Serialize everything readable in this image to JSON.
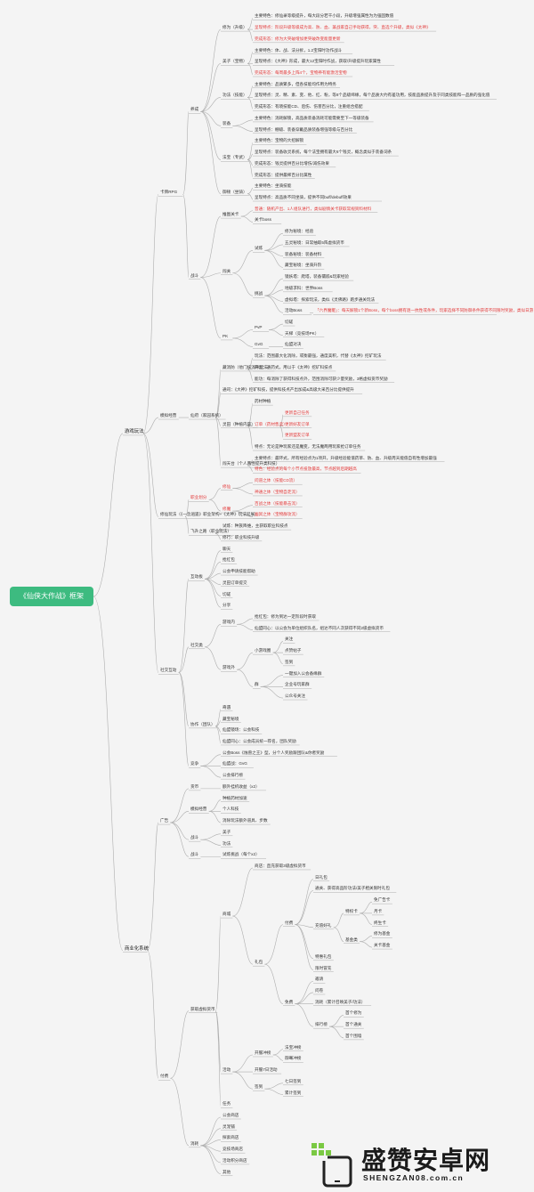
{
  "root": "《仙侠大作战》框架",
  "tree": [
    {
      "t": "游戏玩法",
      "c": [
        {
          "t": "卡牌RPG",
          "c": [
            {
              "t": "养成",
              "c": [
                {
                  "t": "修为（升级）",
                  "c": [
                    {
                      "t": "主要特色：修仙录等级提升，每大段分若干小段，升级增强属性为为强固数值"
                    },
                    {
                      "t": "呈现特点：阶段升级等级成为高、防、血、兼战家自己手动获得，突、直选个升级，类似《太神》",
                      "r": 1
                    },
                    {
                      "t": "完成形态：修为大突破增加更突破改变能量更新",
                      "r": 1
                    }
                  ]
                },
                {
                  "t": "美子（宝物）",
                  "c": [
                    {
                      "t": "主要特色：体、战、法分拆，1.2宝阳时功作战斗"
                    },
                    {
                      "t": "呈现特点：《大神》形成，最大12宝阳时作战，获取/升级提升玩家属性"
                    },
                    {
                      "t": "完成形态：每周最多上阵4个，宝物养有能激活宝物",
                      "r": 1
                    }
                  ]
                },
                {
                  "t": "功法（技能）",
                  "c": [
                    {
                      "t": "主要特色：品质繁多，但各技能均作用为特务"
                    },
                    {
                      "t": "呈现特点：灵、精、素、变、他、红、粉，等8个品级缔缘，每个品质大约有差功用，技能品质提升及于同类技能和一品质的强化值"
                    },
                    {
                      "t": "完成形态：有晓技能CD、后伤、伤害百分比，注重组合搭配"
                    }
                  ]
                },
                {
                  "t": "装备",
                  "c": [
                    {
                      "t": "主要特色：消耗解锁，高品质装备消耗可能需要至下一等级装备"
                    },
                    {
                      "t": "呈现特点：棚级、装备穿戴品质装备增强等级与百分比"
                    }
                  ]
                },
                {
                  "t": "法宝（专武）",
                  "c": [
                    {
                      "t": "主要特色：宝物的大招解锁"
                    },
                    {
                      "t": "呈现特点：装备收灵系统，每个法宝拥有最大6个钱灵，概念类似于装备词条"
                    },
                    {
                      "t": "完成形态：钱灵提供百分比增伤/减伤效果"
                    },
                    {
                      "t": "完成形态：提供最稀百分比属性"
                    }
                  ]
                },
                {
                  "t": "御顿（坐骑）",
                  "c": [
                    {
                      "t": "主要特色：坐骑技能"
                    },
                    {
                      "t": "呈现特点：高品质不同坐骑，提供不同buff/debuff效果"
                    }
                  ]
                }
              ]
            },
            {
              "t": "战斗",
              "c": [
                {
                  "t": "推图关卡",
                  "c": [
                    {
                      "t": "普通：随机产出、1人组队进行，类似剧情关卡获取常规资料材料",
                      "r": 1
                    },
                    {
                      "t": "关卡boss"
                    }
                  ]
                },
                {
                  "t": "闯关",
                  "c": [
                    {
                      "t": "试炼",
                      "c": [
                        {
                          "t": "修为秘境：经验"
                        },
                        {
                          "t": "五灵秘境：日常抽取5阵虚拟货币"
                        },
                        {
                          "t": "装备秘境：装备材料"
                        },
                        {
                          "t": "藏宝秘境：坐骑升阶"
                        }
                      ]
                    },
                    {
                      "t": "挑战",
                      "c": [
                        {
                          "t": "镜妖塔：爬塔，装备镶嵌&玩家经验"
                        },
                        {
                          "t": "地级求科：世界Boss"
                        },
                        {
                          "t": "虚拟塔：探索玩法，类似《灵佛路》跑步通关玩法"
                        },
                        {
                          "t": "活动Boss",
                          "c": [
                            {
                              "t": "「六界魔躯」：每天解锁1个新Boss，每个boss拥有逐一抗性或条件，玩家选择不同防御条件获得不同限时奖励，类似日游",
                              "r": 1
                            }
                          ]
                        }
                      ]
                    }
                  ]
                },
                {
                  "t": "PK",
                  "c": [
                    {
                      "t": "PvP",
                      "c": [
                        {
                          "t": "切磋"
                        },
                        {
                          "t": "天梯（竞技场PK）"
                        }
                      ]
                    },
                    {
                      "t": "GvG",
                      "c": [
                        {
                          "t": "仙盟对决"
                        }
                      ]
                    }
                  ]
                }
              ]
            }
          ]
        },
        {
          "t": "模拟经营",
          "c": [
            {
              "t": "仙府（家园系统）",
              "c": [
                {
                  "t": "藏消防（他门核消除玩法）",
                  "c": [
                    {
                      "t": "玩法：范围最大化消除，或衡最强，通度美积，代替《太神》挖矿玩法"
                    },
                    {
                      "t": "产出：通药式，用以于《太神》挖矿科技点"
                    },
                    {
                      "t": "能功：每消除了获得科技点外，范围消除可获少量奖励，3格虚拟货币奖励"
                    }
                  ]
                },
                {
                  "t": "通司：《大神》挖矿科技，提供科技点产出加成&高级大采百分比提供提升"
                },
                {
                  "t": "灵田（种植内容）",
                  "c": [
                    {
                      "t": "药材种植"
                    },
                    {
                      "t": "订单（药材售卖）",
                      "r": 1,
                      "c": [
                        {
                          "t": "更新自己任务",
                          "r": 1
                        },
                        {
                          "t": "更新好友订单",
                          "r": 1
                        },
                        {
                          "t": "更新盟友订单",
                          "r": 1
                        }
                      ]
                    },
                    {
                      "t": "特点：无论是种玩家还是魔变，无法魔两用玩家抢订单任务"
                    }
                  ]
                },
                {
                  "t": "闯天台（个人两性提升类科技）",
                  "c": [
                    {
                      "t": "主要特点：最环式，所有经验点为1项开，升级经验能值药草、防、血、升级周天能值自有性增加最强"
                    },
                    {
                      "t": "特色：经验点的每个小节点投放最高，节点越到后期越高",
                      "r": 1
                    }
                  ]
                }
              ]
            }
          ]
        },
        {
          "t": "修仙玩法（《一念逍遥》职业架构+《太神》玩法延展）",
          "c": [
            {
              "t": "职业划分",
              "r": 1,
              "c": [
                {
                  "t": "修仙",
                  "r": 1,
                  "c": [
                    {
                      "t": "问道之体（技能CD流）",
                      "r": 1
                    },
                    {
                      "t": "神通之体（宝物自走流）",
                      "r": 1
                    }
                  ]
                },
                {
                  "t": "修魔",
                  "r": 1,
                  "c": [
                    {
                      "t": "百战之体（技能暴击流）",
                      "r": 1
                    },
                    {
                      "t": "幽冥之体（宝物群攻流）",
                      "r": 1
                    }
                  ]
                }
              ]
            },
            {
              "t": "飞升之路（职业玩法）",
              "c": [
                {
                  "t": "试炼：种族降维，主获取职业科技点"
                },
                {
                  "t": "修行：职业科技升级"
                }
              ]
            }
          ]
        },
        {
          "t": "社交互动",
          "c": [
            {
              "t": "互动板",
              "c": [
                {
                  "t": "聊天"
                },
                {
                  "t": "抢红包"
                },
                {
                  "t": "公会申请技能帮助"
                },
                {
                  "t": "灵田订单提交"
                },
                {
                  "t": "切磋"
                },
                {
                  "t": "分享"
                }
              ]
            },
            {
              "t": "社交类",
              "c": [
                {
                  "t": "游戏内",
                  "c": [
                    {
                      "t": "抢红包：修为到达一定阶段时获取"
                    },
                    {
                      "t": "仙盟同心：以公会为单位组织队名，组达不同人次获得不同2级虚拟货币"
                    }
                  ]
                },
                {
                  "t": "游戏外",
                  "c": [
                    {
                      "t": "小游戏圈",
                      "c": [
                        {
                          "t": "关注"
                        },
                        {
                          "t": "点赞帖子"
                        },
                        {
                          "t": "签到"
                        }
                      ]
                    },
                    {
                      "t": "群",
                      "c": [
                        {
                          "t": "一键加入公会备缘群"
                        },
                        {
                          "t": "企业号玩家群"
                        },
                        {
                          "t": "公众号关注"
                        }
                      ]
                    }
                  ]
                }
              ]
            },
            {
              "t": "协作（团队）",
              "c": [
                {
                  "t": "奇遇"
                },
                {
                  "t": "藏宝秘境"
                },
                {
                  "t": "仙盟镜场：公会科技"
                },
                {
                  "t": "仙盟同心：公会成员统一荐名，团队奖励"
                }
              ]
            },
            {
              "t": "竞争",
              "c": [
                {
                  "t": "公会Boss《烛兽之王》型，分个人奖励跟团队&你者奖励"
                },
                {
                  "t": "仙盟战：GvG"
                },
                {
                  "t": "公会排行榜"
                }
              ]
            }
          ]
        }
      ]
    },
    {
      "t": "商业化系统",
      "c": [
        {
          "t": "广告",
          "c": [
            {
              "t": "货币",
              "c": [
                {
                  "t": "额外挂机收益（x2）"
                }
              ]
            },
            {
              "t": "模拟经营",
              "c": [
                {
                  "t": "种植药材加速"
                },
                {
                  "t": "个人科技"
                },
                {
                  "t": "消除玩法额外道具、步数"
                }
              ]
            },
            {
              "t": "战斗",
              "c": [
                {
                  "t": "美子"
                },
                {
                  "t": "功法"
                }
              ]
            },
            {
              "t": "战斗-2",
              "d": "战斗",
              "c": [
                {
                  "t": "试炼挑战（每个x2）"
                }
              ]
            }
          ]
        },
        {
          "t": "付费",
          "c": [
            {
              "t": "获取虚拟货币",
              "c": [
                {
                  "t": "商城",
                  "c": [
                    {
                      "t": "商店：直充获取3级虚拟货币"
                    },
                    {
                      "t": "礼包",
                      "c": [
                        {
                          "t": "付费",
                          "c": [
                            {
                              "t": "日礼包"
                            },
                            {
                              "t": "通关、获得高品阶功法/美子相关限时礼包"
                            },
                            {
                              "t": "充值好礼",
                              "c": [
                                {
                                  "t": "特权卡",
                                  "c": [
                                    {
                                      "t": "免广告卡"
                                    },
                                    {
                                      "t": "月卡"
                                    },
                                    {
                                      "t": "终生卡"
                                    }
                                  ]
                                },
                                {
                                  "t": "基金类",
                                  "c": [
                                    {
                                      "t": "修为基金"
                                    },
                                    {
                                      "t": "关卡基金"
                                    }
                                  ]
                                }
                              ]
                            },
                            {
                              "t": "特惠礼包"
                            },
                            {
                              "t": "限时冒充"
                            }
                          ]
                        },
                        {
                          "t": "免费",
                          "c": [
                            {
                              "t": "邀请"
                            },
                            {
                              "t": "问卷"
                            },
                            {
                              "t": "消耗（累计召唤美子/功法）"
                            },
                            {
                              "t": "排行榜",
                              "c": [
                                {
                                  "t": "首个修为"
                                },
                                {
                                  "t": "首个通关"
                                },
                                {
                                  "t": "首个围墙"
                                }
                              ]
                            }
                          ]
                        }
                      ]
                    }
                  ]
                },
                {
                  "t": "活动",
                  "c": [
                    {
                      "t": "开服冲榜",
                      "c": [
                        {
                          "t": "法宝冲榜"
                        },
                        {
                          "t": "御骞冲榜"
                        }
                      ]
                    },
                    {
                      "t": "开服7日活动"
                    },
                    {
                      "t": "签到",
                      "c": [
                        {
                          "t": "七日签到"
                        },
                        {
                          "t": "累计签到"
                        }
                      ]
                    }
                  ]
                },
                {
                  "t": "任务"
                }
              ]
            },
            {
              "t": "消耗",
              "c": [
                {
                  "t": "公会商店"
                },
                {
                  "t": "灵宠铺"
                },
                {
                  "t": "探索商店"
                },
                {
                  "t": "竞技场商店"
                },
                {
                  "t": "活动积分商店"
                },
                {
                  "t": "其他"
                }
              ]
            }
          ]
        }
      ]
    }
  ],
  "watermark": {
    "title": "盛赞安卓网",
    "subtitle": "SHENGZAN08.com.cn"
  },
  "colors": {
    "root_bg": "#3dbb80",
    "line": "#aeaeae",
    "red_text": "#e33b3b",
    "wm_green": "#7ac943"
  }
}
